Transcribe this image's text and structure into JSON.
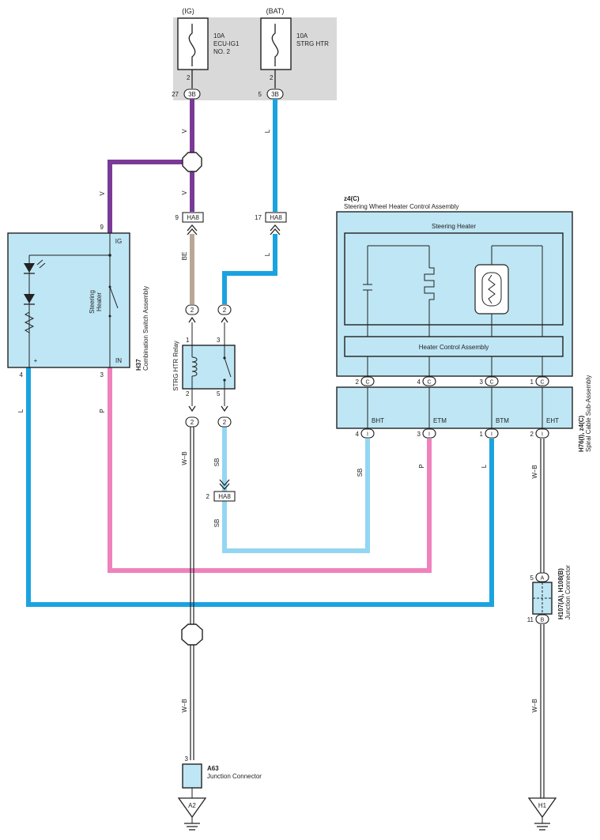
{
  "colors": {
    "wire_V": "#7b3a96",
    "wire_L": "#1aa3e0",
    "wire_BE": "#b9a796",
    "wire_P": "#ef82bc",
    "wire_SB": "#93d6f2",
    "wire_WB": "#222222",
    "component_fill": "#bfe6f4",
    "fuse_box_fill": "#d9d9d9"
  },
  "fuses": {
    "ig": {
      "supply": "(IG)",
      "rating": "10A",
      "name_l1": "ECU-IG1",
      "name_l2": "NO. 2",
      "fuse_pin": "2",
      "conn_pin": "27",
      "conn": "3B"
    },
    "bat": {
      "supply": "(BAT)",
      "rating": "10A",
      "name_l1": "STRG HTR",
      "fuse_pin": "2",
      "conn_pin": "5",
      "conn": "3B"
    }
  },
  "connectors": {
    "ha8_top_left": {
      "label": "HA8",
      "pin": "9"
    },
    "ha8_top_right": {
      "label": "HA8",
      "pin": "17"
    },
    "ha8_lower": {
      "label": "HA8",
      "pin": "2"
    }
  },
  "relay": {
    "name": "STRG HTR Relay",
    "conn": "2",
    "pins": {
      "coil_top": "1",
      "coil_bottom": "2",
      "contact_top": "3",
      "contact_bottom": "5"
    }
  },
  "combo_switch": {
    "code": "H37",
    "name": "Combination Switch Assembly",
    "switch_label_l1": "Steering",
    "switch_label_l2": "Heater",
    "term_ig": "IG",
    "term_in": "IN",
    "term_plus": "+",
    "pin_ig": "9",
    "pin_in": "3",
    "pin_plus": "4"
  },
  "heater_ctrl": {
    "code": "z4(C)",
    "name": "Steering Wheel Heater Control Assembly",
    "heater_label": "Steering Heater",
    "control_label": "Heater Control Assembly",
    "conn": "C",
    "pins": [
      "2",
      "4",
      "3",
      "1"
    ]
  },
  "spiral_cable": {
    "code": "H76(I), z4(C)",
    "name": "Spiral Cable Sub-Assembly",
    "conn": "I",
    "terms": [
      "BHT",
      "ETM",
      "BTM",
      "EHT"
    ],
    "pins": [
      "4",
      "3",
      "1",
      "2"
    ]
  },
  "jc_h107": {
    "code": "H107(A), H108(B)",
    "name": "Junction Connector",
    "pin_a": "5",
    "conn_a": "A",
    "pin_b": "11",
    "conn_b": "B"
  },
  "jc_a63": {
    "code": "A63",
    "name": "Junction Connector",
    "pin": "3"
  },
  "grounds": {
    "a2": "A2",
    "h1": "H1"
  },
  "wire_labels": {
    "v": "V",
    "l": "L",
    "be": "BE",
    "p": "P",
    "sb": "SB",
    "wb": "W–B"
  }
}
